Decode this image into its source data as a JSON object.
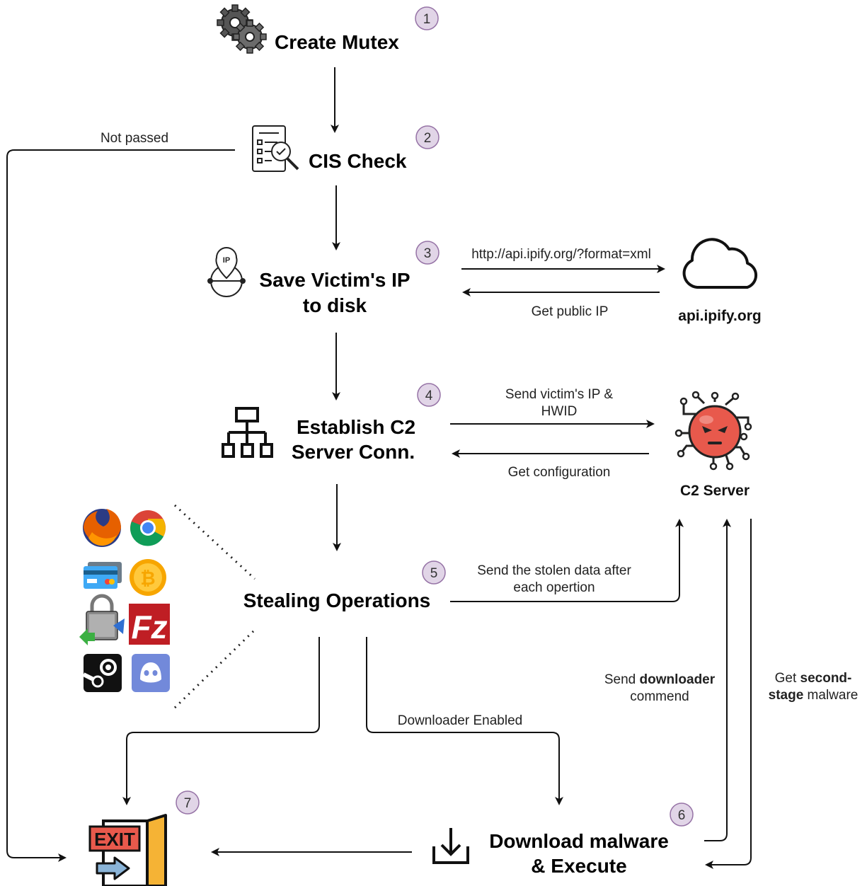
{
  "steps": {
    "mutex": {
      "num": "1",
      "title": "Create Mutex"
    },
    "cis": {
      "num": "2",
      "title": "CIS Check"
    },
    "saveip": {
      "num": "3",
      "title_line1": "Save Victim's IP",
      "title_line2": "to disk"
    },
    "c2conn": {
      "num": "4",
      "title_line1": "Establish C2",
      "title_line2": "Server Conn."
    },
    "stealing": {
      "num": "5",
      "title": "Stealing Operations"
    },
    "download": {
      "num": "6",
      "title_line1": "Download malware",
      "title_line2": "& Execute"
    },
    "exit": {
      "num": "7",
      "sign": "EXIT"
    }
  },
  "nodes": {
    "ipify": "api.ipify.org",
    "c2": "C2 Server"
  },
  "edges": {
    "not_passed": "Not passed",
    "ipify_request": "http://api.ipify.org/?format=xml",
    "get_public_ip": "Get public IP",
    "send_ip_line1": "Send victim's IP &",
    "send_ip_line2": "HWID",
    "get_config": "Get configuration",
    "send_stolen_line1": "Send the stolen data after",
    "send_stolen_line2": "each opertion",
    "downloader_enabled": "Downloader Enabled",
    "send_downloader_pre": "Send ",
    "send_downloader_bold": "downloader",
    "send_downloader_line2": "commend",
    "get_second_pre": "Get ",
    "get_second_bold": "second-",
    "get_second_bold2": "stage",
    "get_second_post": " malware"
  },
  "colors": {
    "badge_fill": "#e1d5e7",
    "badge_stroke": "#9673a6",
    "virus": "#e8594c",
    "exit_sign": "#e8594c",
    "door": "#f5b335",
    "arrow": "#111111"
  },
  "icons": [
    "gears-icon",
    "checklist-icon",
    "ip-location-icon",
    "cloud-icon",
    "network-icon",
    "virus-icon",
    "firefox-icon",
    "chrome-icon",
    "credit-card-icon",
    "bitcoin-icon",
    "lock-icon",
    "filezilla-icon",
    "steam-icon",
    "discord-icon",
    "download-icon",
    "exit-door-icon"
  ]
}
